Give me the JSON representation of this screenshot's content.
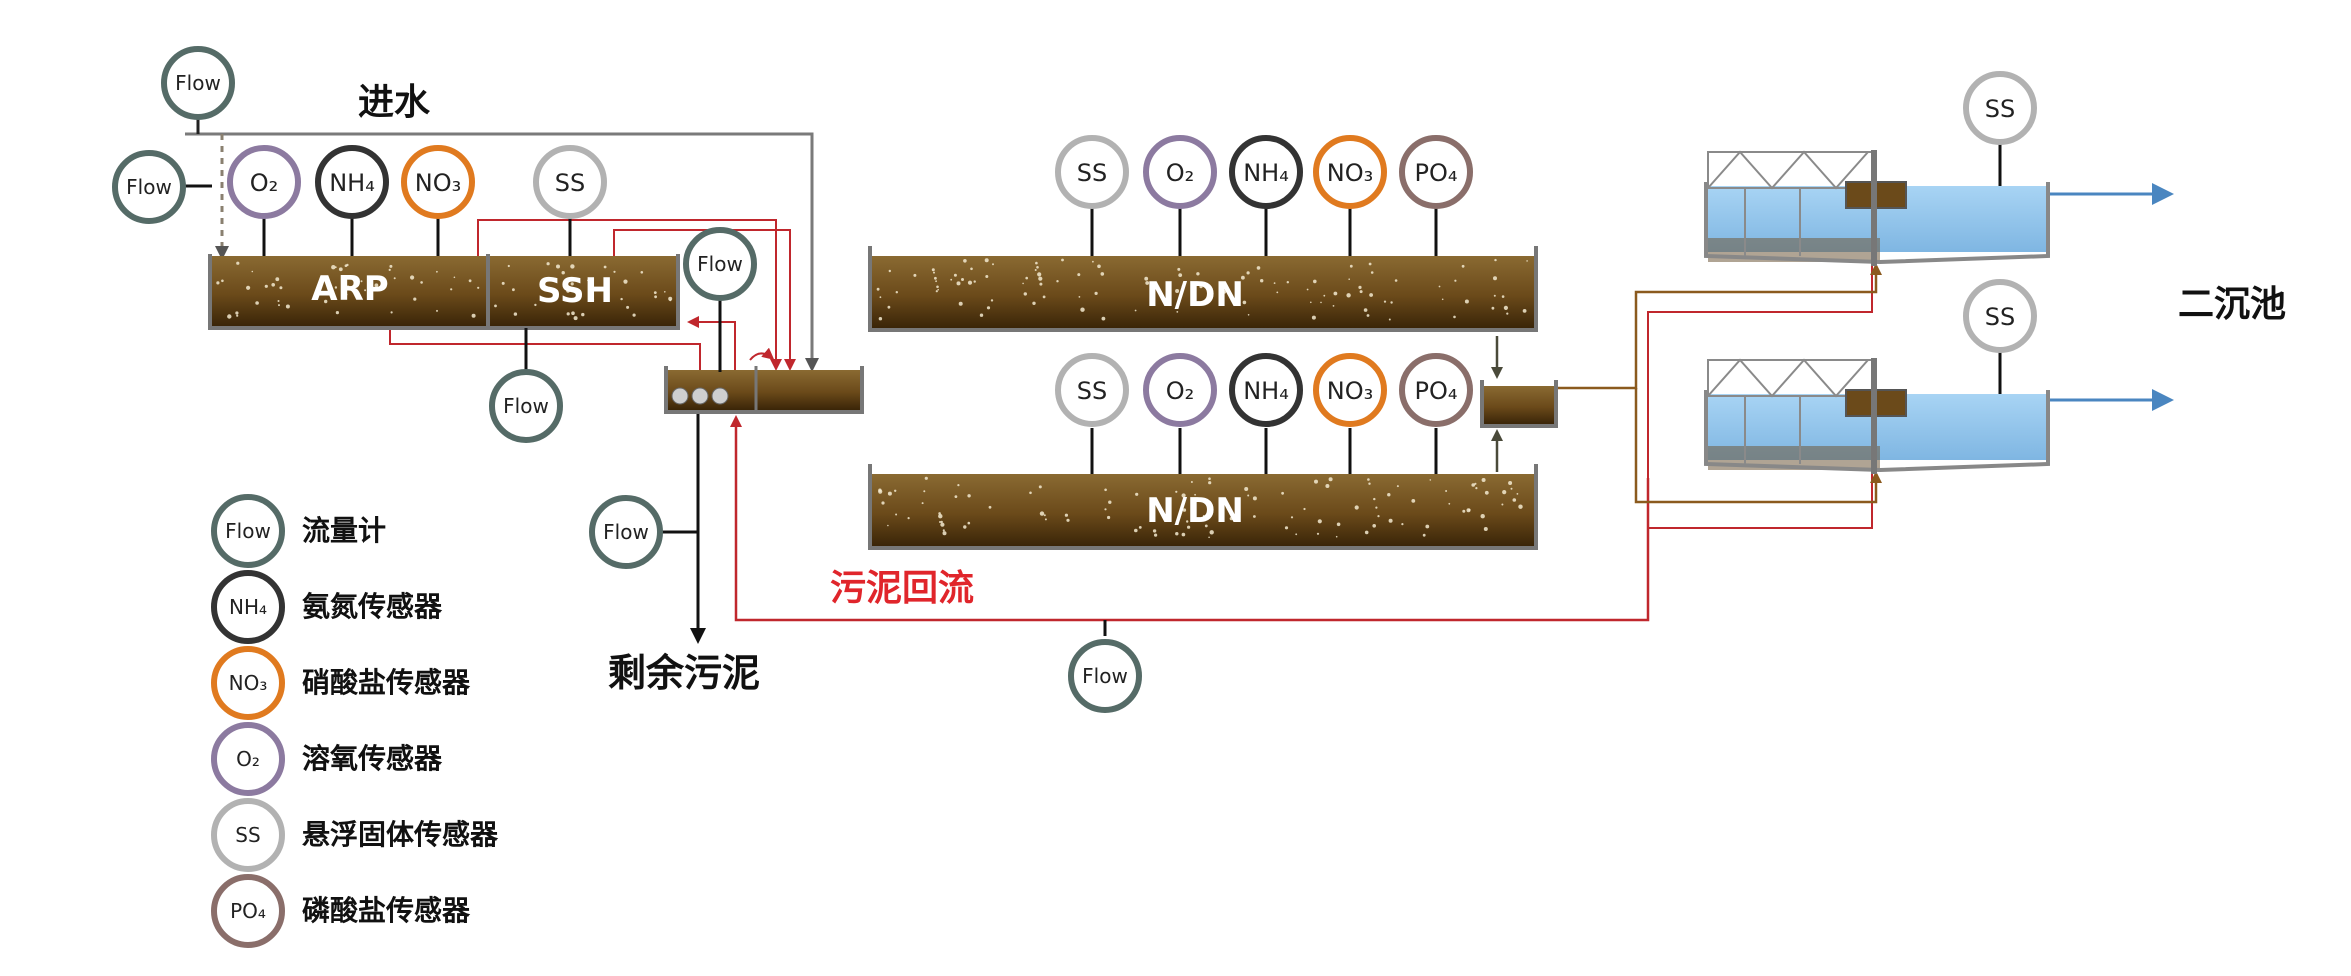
{
  "colors": {
    "flow": "#556b67",
    "nh4": "#333333",
    "no3": "#e07a1f",
    "o2": "#8c7aa0",
    "ss": "#b2b2b2",
    "po4": "#8a6e6a",
    "sludge_return": "#c0272d",
    "mixed_liquor": "#8b5a1e",
    "influent": "#7a7a7a",
    "effluent": "#4a86c0",
    "tank_brown": "#6b4a1a",
    "clarifier_water": "#8ec3ea"
  },
  "sensors": {
    "flow": "Flow",
    "o2": "O₂",
    "nh4": "NH₄",
    "no3": "NO₃",
    "ss": "SS",
    "po4": "PO₄"
  },
  "labels": {
    "influent": "进水",
    "waste_sludge": "剩余污泥",
    "sludge_return": "污泥回流",
    "secondary_clarifier": "二沉池"
  },
  "tanks": {
    "arp": "ARP",
    "ssh": "SSH",
    "ndn_top": "N/DN",
    "ndn_bottom": "N/DN"
  },
  "legend": [
    {
      "key": "flow",
      "symbol": "Flow",
      "text": "流量计"
    },
    {
      "key": "nh4",
      "symbol": "NH₄",
      "text": "氨氮传感器"
    },
    {
      "key": "no3",
      "symbol": "NO₃",
      "text": "硝酸盐传感器"
    },
    {
      "key": "o2",
      "symbol": "O₂",
      "text": "溶氧传感器"
    },
    {
      "key": "ss",
      "symbol": "SS",
      "text": "悬浮固体传感器"
    },
    {
      "key": "po4",
      "symbol": "PO₄",
      "text": "磷酸盐传感器"
    }
  ]
}
